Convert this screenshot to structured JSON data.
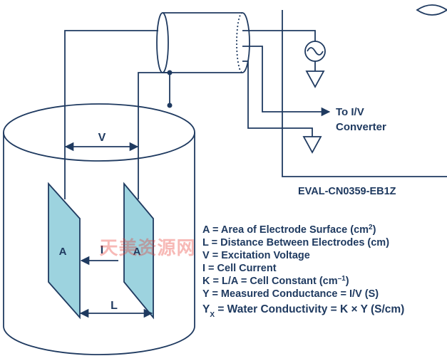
{
  "labels": {
    "voltage": "V",
    "current": "I",
    "area_left": "A",
    "area_right": "A",
    "length": "L",
    "to_converter_line1": "To I/V",
    "to_converter_line2": "Converter",
    "board": "EVAL-CN0359-EB1Z"
  },
  "legend": [
    {
      "pre": "A = Area of Electrode Surface (cm",
      "sup": "2",
      "post": ")"
    },
    {
      "pre": "L = Distance Between Electrodes (cm)",
      "sup": "",
      "post": ""
    },
    {
      "pre": "V = Excitation Voltage",
      "sup": "",
      "post": ""
    },
    {
      "pre": "I  = Cell Current",
      "sup": "",
      "post": ""
    },
    {
      "pre": "K = L/A = Cell Constant (cm",
      "sup": "–1",
      "post": ")"
    },
    {
      "pre": "Y = Measured Conductance = I/V (S)",
      "sup": "",
      "post": ""
    }
  ],
  "legend_last": {
    "y": "Y",
    "sub": "X",
    "rest": " = Water Conductivity = K × Y (S/cm)"
  },
  "watermark": "天美资源网",
  "colors": {
    "line": "#1f3a60",
    "electrode": "#9dd3df"
  }
}
